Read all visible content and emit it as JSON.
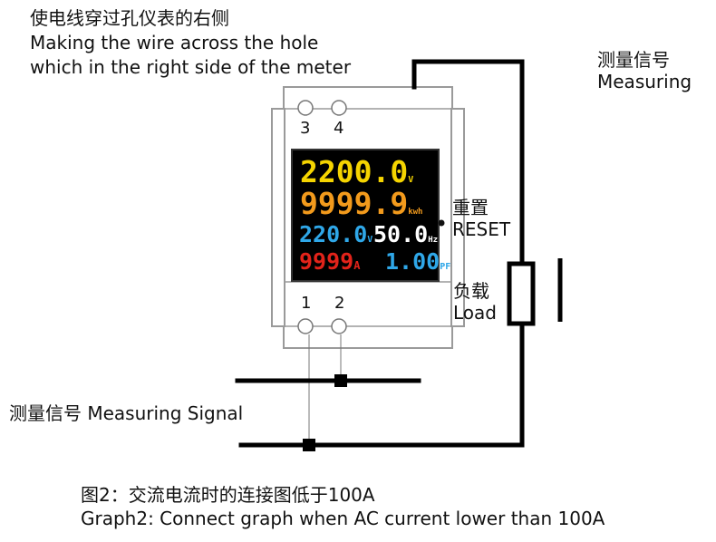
{
  "top_note": {
    "cn": "使电线穿过孔仪表的右侧",
    "en_line1": "Making the wire across the hole",
    "en_line2": "which in the right side of the meter"
  },
  "measuring_top": {
    "cn": "测量信号",
    "en": "Measuring"
  },
  "terminals": {
    "t3": "3",
    "t4": "4",
    "t1": "1",
    "t2": "2"
  },
  "display": {
    "voltage_big": "2200.0",
    "voltage_big_unit": "V",
    "energy": "9999.9",
    "energy_unit": "kwh",
    "voltage_small": "220.0",
    "voltage_small_unit": "V",
    "freq": "50.0",
    "freq_unit": "Hz",
    "current": "9999",
    "current_unit": "A",
    "pf": "1.00",
    "pf_unit": "PF",
    "colors": {
      "yellow": "#f5d400",
      "orange": "#f29a1c",
      "blue": "#2fa7e8",
      "white": "#ffffff",
      "red": "#e2231a"
    }
  },
  "reset": {
    "cn": "重置",
    "en": "RESET"
  },
  "load": {
    "cn": "负载",
    "en": "Load"
  },
  "measuring_signal": "测量信号 Measuring Signal",
  "caption": {
    "cn": "图2：交流电流时的连接图低于100A",
    "en": "Graph2: Connect graph when AC current lower than 100A"
  }
}
